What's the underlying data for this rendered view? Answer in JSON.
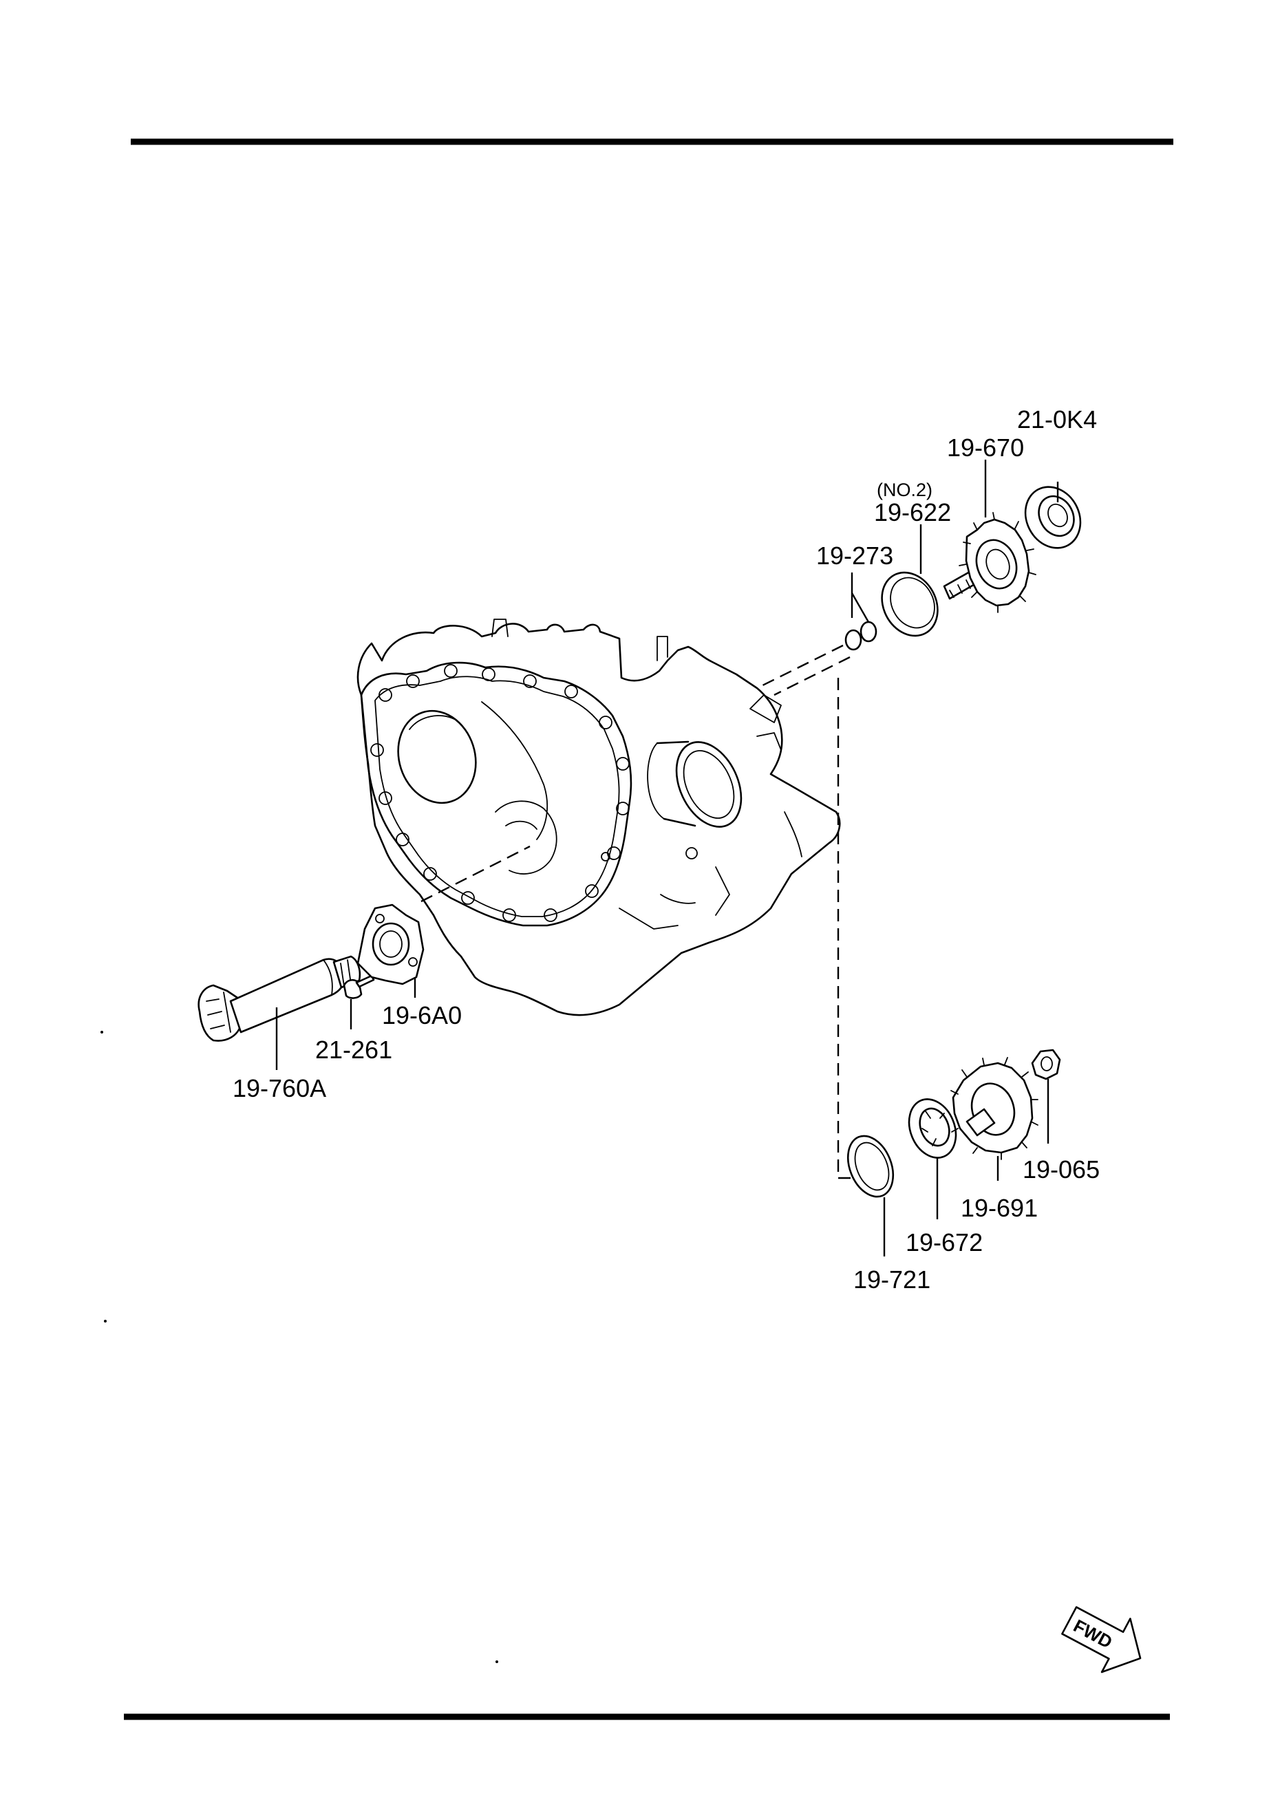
{
  "parts": {
    "p21_0k4": "21-0K4",
    "p19_670": "19-670",
    "p19_622_note": "(NO.2)",
    "p19_622": "19-622",
    "p19_273": "19-273",
    "p19_6a0": "19-6A0",
    "p21_261": "21-261",
    "p19_760a": "19-760A",
    "p19_065": "19-065",
    "p19_691": "19-691",
    "p19_672": "19-672",
    "p19_721": "19-721"
  },
  "fwd_label": "FWD",
  "icons": {
    "fwd": "fwd-arrow-icon"
  }
}
